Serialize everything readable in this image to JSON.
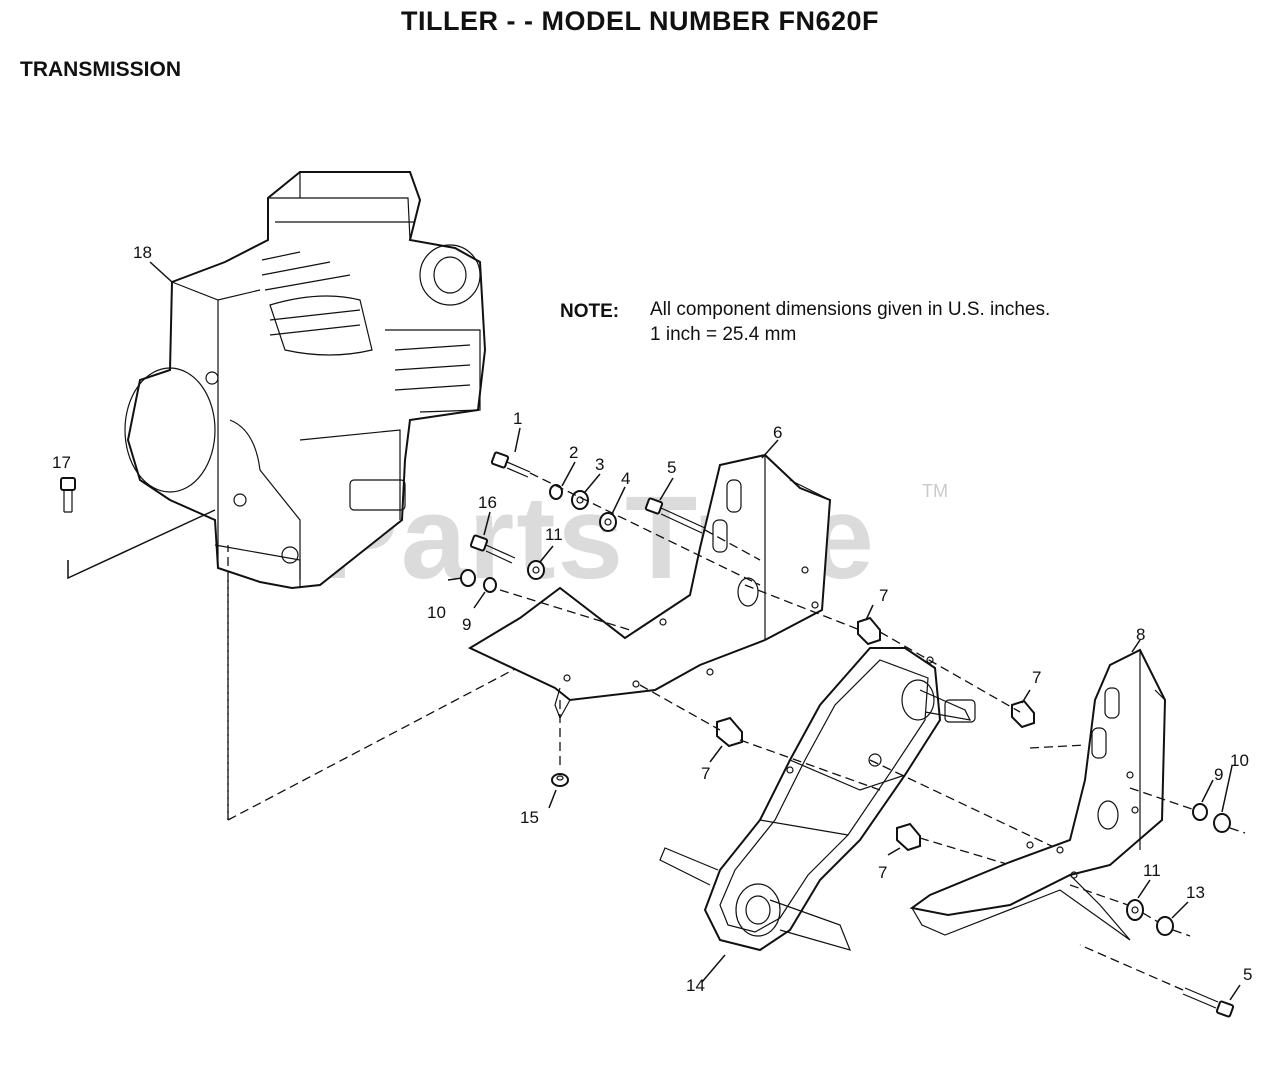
{
  "title": "TILLER - - MODEL NUMBER FN620F",
  "section": "TRANSMISSION",
  "note": {
    "label": "NOTE:",
    "line1": "All component dimensions given in U.S. inches.",
    "line2": "1 inch = 25.4 mm"
  },
  "watermark": {
    "text": "PartsTree",
    "tm": "TM"
  },
  "callouts": {
    "c1": "1",
    "c2": "2",
    "c3": "3",
    "c4": "4",
    "c5a": "5",
    "c6": "6",
    "c7a": "7",
    "c7b": "7",
    "c7c": "7",
    "c7d": "7",
    "c8": "8",
    "c9a": "9",
    "c9b": "9",
    "c10a": "10",
    "c10b": "10",
    "c11a": "11",
    "c11b": "11",
    "c13": "13",
    "c14": "14",
    "c15": "15",
    "c16": "16",
    "c17": "17",
    "c18": "18",
    "c5b": "5"
  }
}
